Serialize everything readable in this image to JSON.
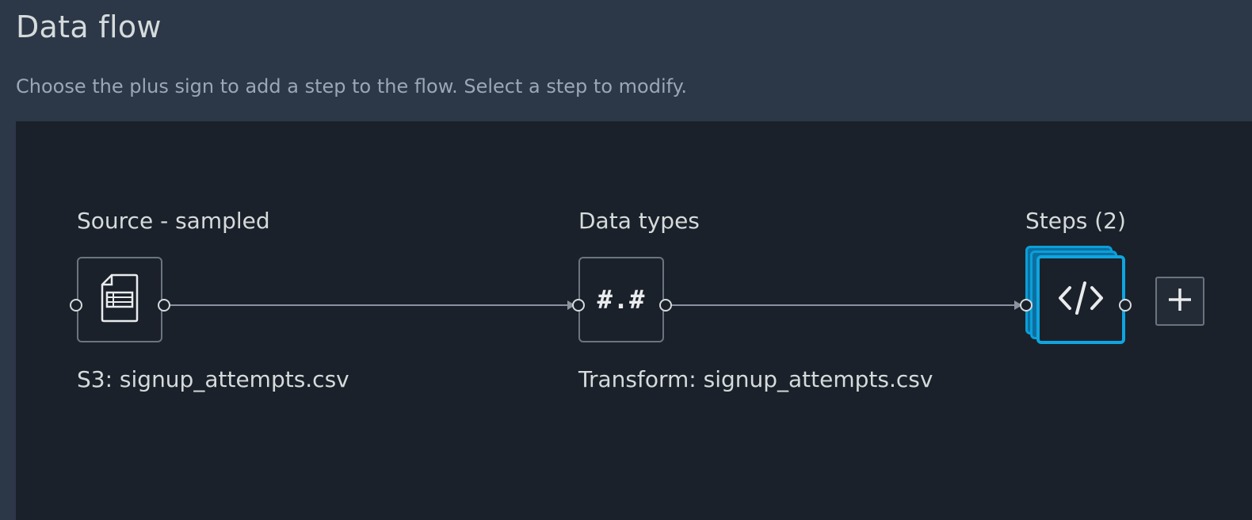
{
  "header": {
    "title": "Data flow",
    "subtitle": "Choose the plus sign to add a step to the flow. Select a step to modify."
  },
  "nodes": {
    "source": {
      "label": "Source - sampled",
      "caption": "S3: signup_attempts.csv",
      "icon": "csv-file-icon"
    },
    "data_types": {
      "label": "Data types",
      "icon_text": "#.#",
      "caption": "Transform: signup_attempts.csv"
    },
    "steps": {
      "label": "Steps (2)",
      "icon": "code-icon",
      "count": 2
    }
  },
  "add_step": {
    "icon": "plus-icon"
  },
  "colors": {
    "header_bg": "#2c3748",
    "canvas_bg": "#1b212a",
    "selected_accent": "#0ea5e0",
    "text": "#d5dbdb",
    "muted_text": "#9ba7b6"
  }
}
